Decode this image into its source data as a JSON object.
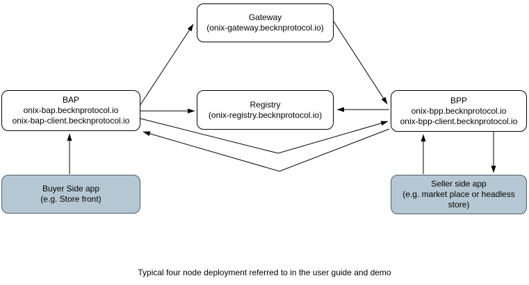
{
  "caption": "Typical four node deployment referred to in the user guide and demo",
  "nodes": {
    "gateway": {
      "title": "Gateway",
      "line1": "(onix-gateway.becknprotocol.io)"
    },
    "bap": {
      "title": "BAP",
      "line1": "onix-bap.becknprotocol.io",
      "line2": "onix-bap-client.becknprotocol.io"
    },
    "registry": {
      "title": "Registry",
      "line1": "(onix-registry.becknprotocol.io)"
    },
    "bpp": {
      "title": "BPP",
      "line1": "onix-bpp.becknprotocol.io",
      "line2": "onix-bpp-client.becknprotocol.io"
    },
    "buyer_app": {
      "title": "Buyer Side app",
      "line1": "(e.g. Store front)"
    },
    "seller_app": {
      "title": "Seller side app",
      "line1": "(e.g. market place or headless store)"
    }
  },
  "edges": [
    {
      "from": "bap",
      "to": "gateway",
      "arrowhead_at": "gateway"
    },
    {
      "from": "gateway",
      "to": "bpp",
      "arrowhead_at": "bpp"
    },
    {
      "from": "bap",
      "to": "registry",
      "arrowhead_at": "registry"
    },
    {
      "from": "bpp",
      "to": "registry",
      "arrowhead_at": "registry"
    },
    {
      "from": "bap",
      "to": "bpp",
      "arrowhead_at": "bpp"
    },
    {
      "from": "bpp",
      "to": "bap",
      "arrowhead_at": "bap"
    },
    {
      "from": "buyer_app",
      "to": "bap",
      "arrowhead_at": "bap"
    },
    {
      "from": "seller_app",
      "to": "bpp",
      "arrowhead_at": "bpp"
    },
    {
      "from": "bpp",
      "to": "seller_app",
      "arrowhead_at": "seller_app"
    }
  ],
  "colors": {
    "background": "#ffffff",
    "service_node_fill": "#ffffff",
    "service_node_stroke": "#000000",
    "app_node_fill": "#b5c7d3",
    "app_node_stroke": "#4d5d66",
    "connector": "#000000",
    "text": "#000000"
  }
}
